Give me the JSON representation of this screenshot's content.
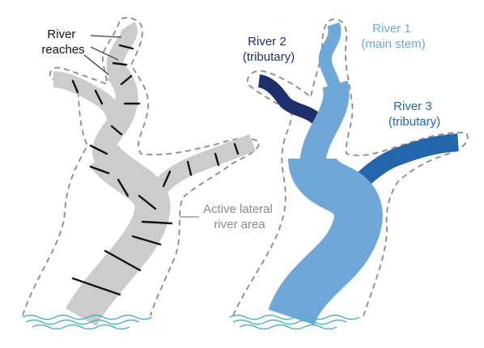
{
  "labels": {
    "reaches": [
      "River",
      "reaches"
    ],
    "active_area": [
      "Active lateral",
      "river area"
    ],
    "river1": [
      "River 1",
      "(main stem)"
    ],
    "river2": [
      "River 2",
      "(tributary)"
    ],
    "river3": [
      "River 3",
      "(tributary)"
    ]
  },
  "colors": {
    "gray_river": "#cccccc",
    "reach_divider": "#111111",
    "dashed_outline": "#8a8a8a",
    "river1": "#6fa8d8",
    "river2": "#1f2f6b",
    "river3": "#2466ab",
    "label_gray": "#8a8a8a",
    "label_dark": "#111111",
    "water": "#49b3c9"
  }
}
